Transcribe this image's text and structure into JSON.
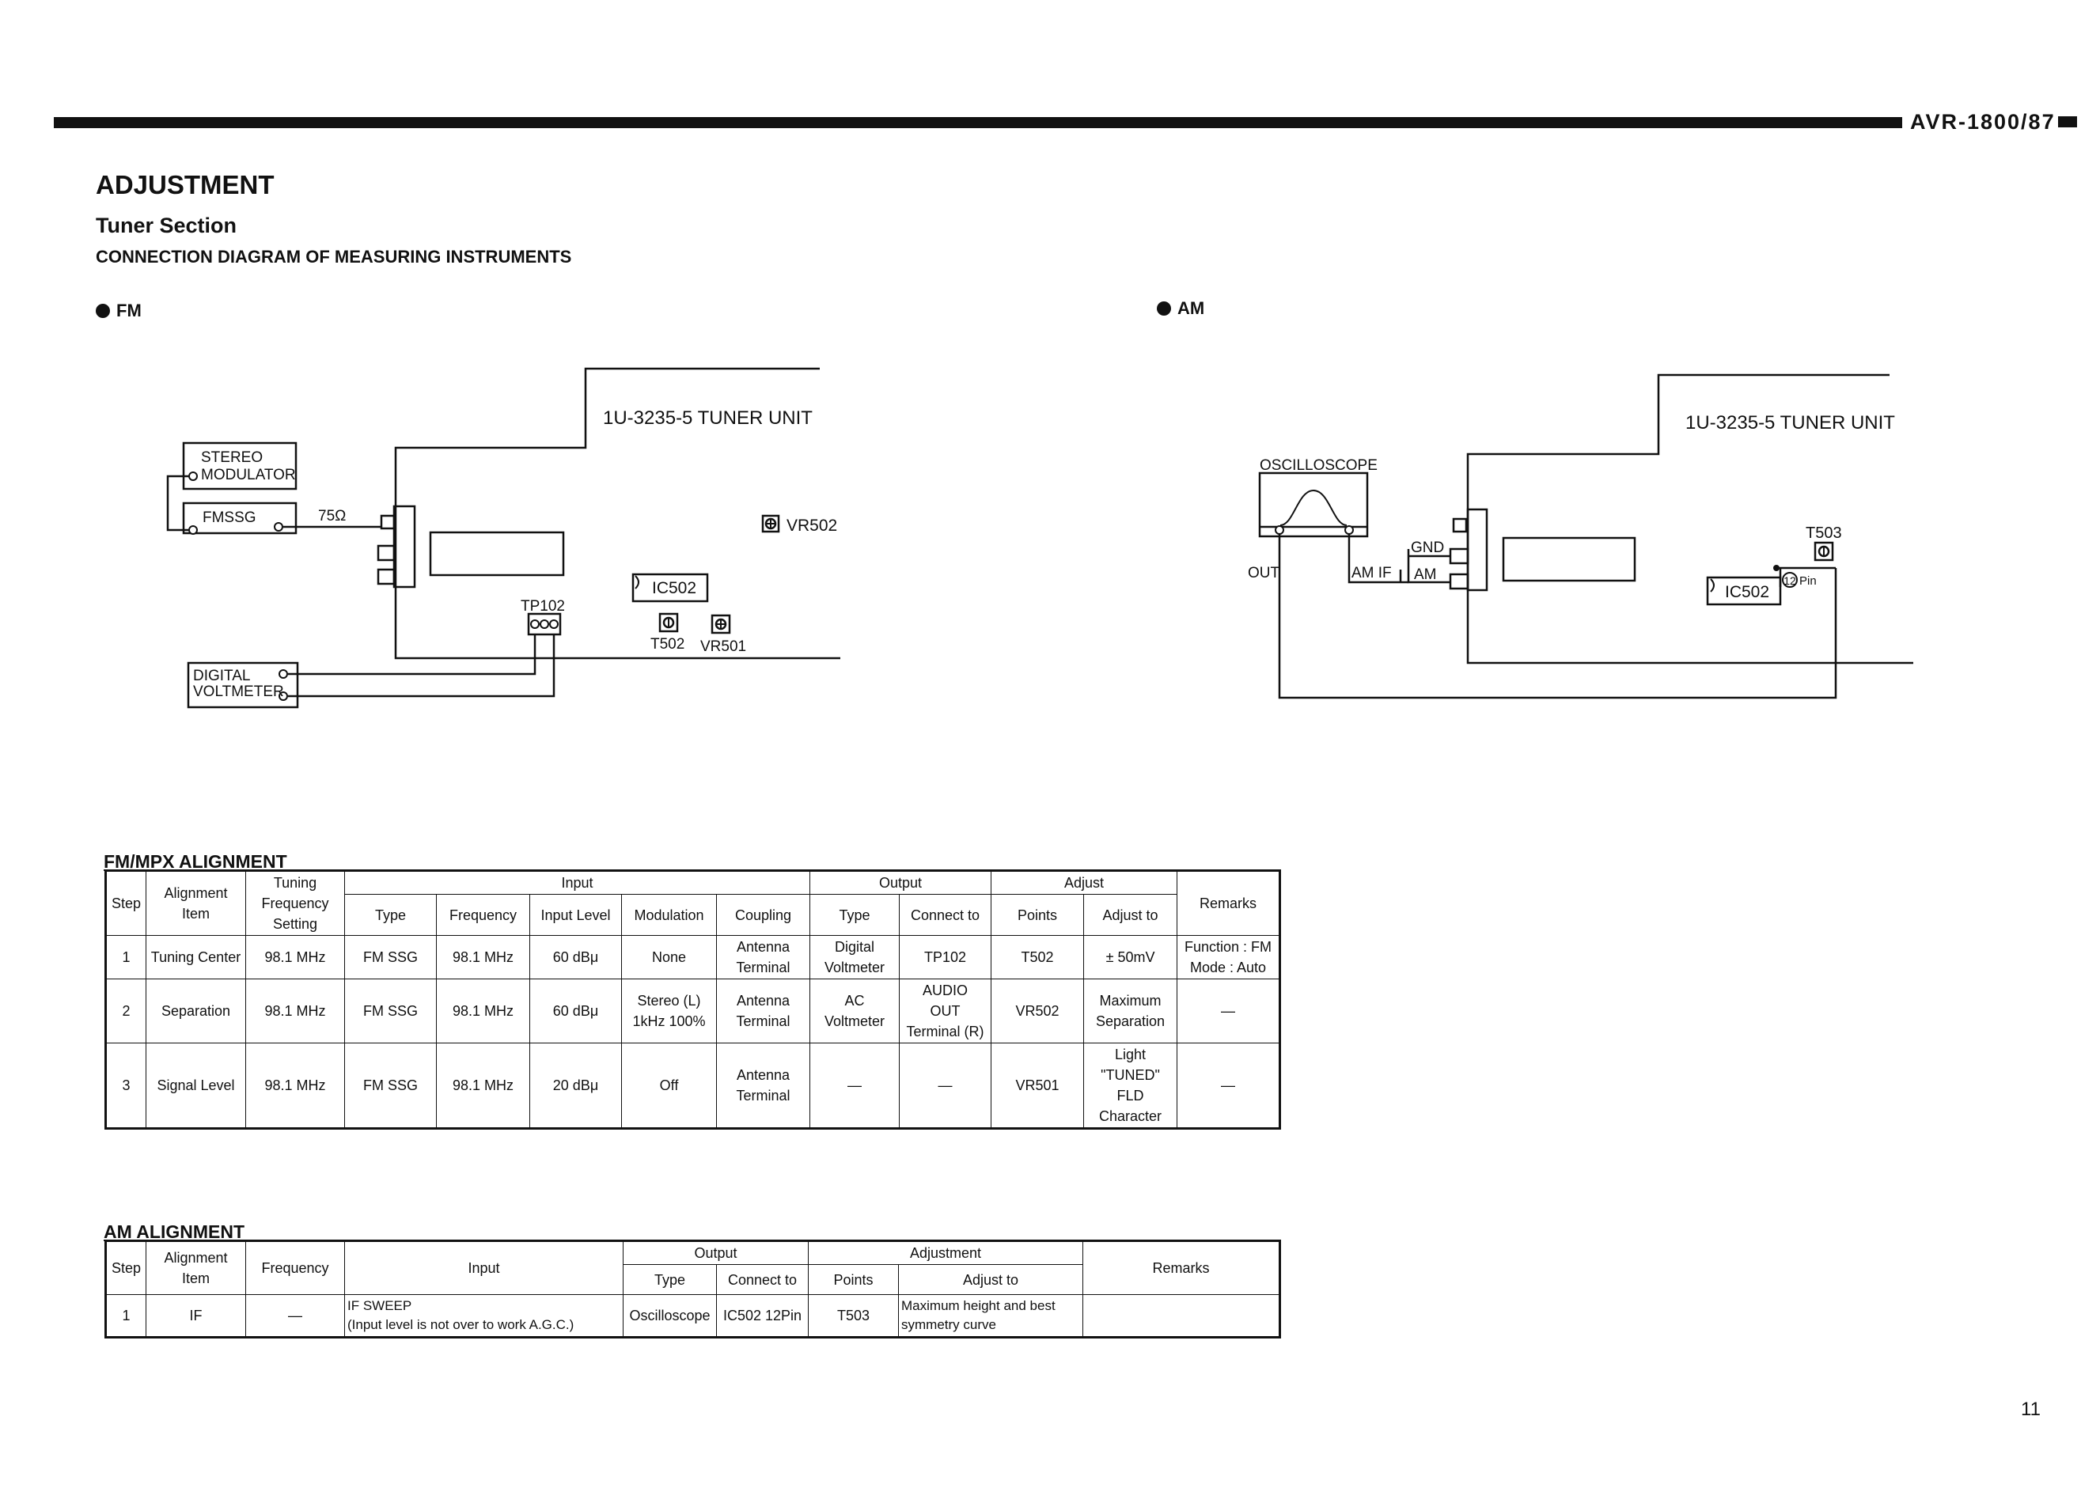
{
  "header": {
    "model": "AVR-1800/87"
  },
  "page": {
    "title": "ADJUSTMENT",
    "section": "Tuner Section",
    "subtitle": "CONNECTION DIAGRAM OF MEASURING INSTRUMENTS",
    "number": "11"
  },
  "fm_diagram": {
    "label": "FM",
    "unit": "1U-3235-5 TUNER UNIT",
    "stereo_modulator": [
      "STEREO",
      "MODULATOR"
    ],
    "fmssg": "FMSSG",
    "impedance": "75Ω",
    "digital_voltmeter": [
      "DIGITAL",
      "VOLTMETER"
    ],
    "tp102": "TP102",
    "ic502": "IC502",
    "vr502": "VR502",
    "t502": "T502",
    "vr501": "VR501"
  },
  "am_diagram": {
    "label": "AM",
    "unit": "1U-3235-5 TUNER UNIT",
    "oscilloscope": "OSCILLOSCOPE",
    "out": "OUT",
    "am_if": "AM IF",
    "gnd": "GND",
    "am": "AM",
    "t503": "T503",
    "ic502": "IC502",
    "pin": "Pin",
    "pin_number": "12"
  },
  "fm_table": {
    "caption": "FM/MPX ALIGNMENT",
    "headers": {
      "step": "Step",
      "item": [
        "Alignment",
        "Item"
      ],
      "tuning": [
        "Tuning",
        "Frequency",
        "Setting"
      ],
      "input": "Input",
      "output": "Output",
      "adjust": "Adjust",
      "remarks": "Remarks",
      "sub": [
        "Type",
        "Frequency",
        "Input Level",
        "Modulation",
        "Coupling",
        "Type",
        "Connect to",
        "Points",
        "Adjust to"
      ]
    },
    "rows": [
      {
        "step": "1",
        "item": "Tuning Center",
        "tuning": "98.1 MHz",
        "type": "FM SSG",
        "freq": "98.1 MHz",
        "level": "60 dBμ",
        "modulation": [
          "None"
        ],
        "coupling": [
          "Antenna",
          "Terminal"
        ],
        "otype": [
          "Digital",
          "Voltmeter"
        ],
        "connect": [
          "TP102"
        ],
        "points": "T502",
        "adjust": [
          "± 50mV"
        ],
        "remarks": [
          "Function : FM",
          "Mode : Auto"
        ]
      },
      {
        "step": "2",
        "item": "Separation",
        "tuning": "98.1 MHz",
        "type": "FM SSG",
        "freq": "98.1 MHz",
        "level": "60 dBμ",
        "modulation": [
          "Stereo (L)",
          "1kHz 100%"
        ],
        "coupling": [
          "Antenna",
          "Terminal"
        ],
        "otype": [
          "AC",
          "Voltmeter"
        ],
        "connect": [
          "AUDIO",
          "OUT",
          "Terminal (R)"
        ],
        "points": "VR502",
        "adjust": [
          "Maximum",
          "Separation"
        ],
        "remarks": [
          "—"
        ]
      },
      {
        "step": "3",
        "item": "Signal Level",
        "tuning": "98.1 MHz",
        "type": "FM SSG",
        "freq": "98.1 MHz",
        "level": "20 dBμ",
        "modulation": [
          "Off"
        ],
        "coupling": [
          "Antenna",
          "Terminal"
        ],
        "otype": [
          "—"
        ],
        "connect": [
          "—"
        ],
        "points": "VR501",
        "adjust": [
          "Light",
          "\"TUNED\"",
          "FLD",
          "Character"
        ],
        "remarks": [
          "—"
        ]
      }
    ]
  },
  "am_table": {
    "caption": "AM ALIGNMENT",
    "headers": {
      "step": "Step",
      "item": [
        "Alignment",
        "Item"
      ],
      "frequency": "Frequency",
      "input": "Input",
      "output": "Output",
      "adjustment": "Adjustment",
      "remarks": "Remarks",
      "sub": [
        "Type",
        "Connect to",
        "Points",
        "Adjust to"
      ]
    },
    "rows": [
      {
        "step": "1",
        "item": "IF",
        "frequency": "—",
        "input": [
          "IF SWEEP",
          "(Input level is not over to work A.G.C.)"
        ],
        "otype": "Oscilloscope",
        "connect": "IC502 12Pin",
        "points": "T503",
        "adjust": [
          "Maximum height and best",
          "symmetry curve"
        ],
        "remarks": ""
      }
    ]
  }
}
